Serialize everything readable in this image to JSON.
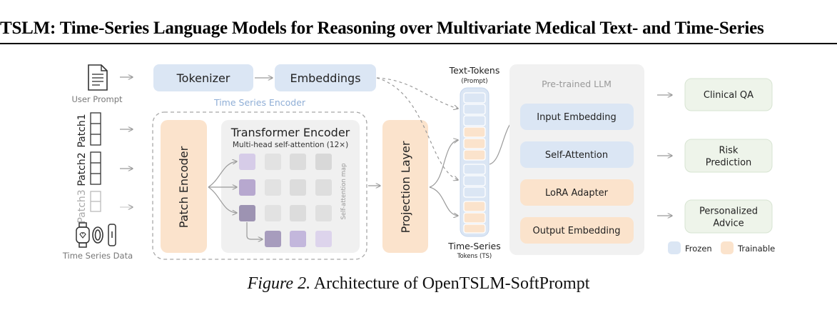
{
  "header": {
    "running_title": "TSLM: Time-Series Language Models for Reasoning over Multivariate Medical Text- and Time-Series"
  },
  "figure": {
    "inputs": {
      "user_prompt": "User Prompt",
      "patches": [
        "Patch1",
        "Patch2",
        "Patch3"
      ],
      "time_series_data": "Time Series Data"
    },
    "tokenizer": "Tokenizer",
    "embeddings": "Embeddings",
    "ts_encoder": {
      "title": "Time Series Encoder",
      "patch_encoder": "Patch Encoder",
      "transformer_title": "Transformer Encoder",
      "transformer_subtitle": "Multi-head self-attention (12×)",
      "attention_map": "Self-attention map"
    },
    "projection_layer": "Projection Layer",
    "text_tokens": {
      "label": "Text-Tokens",
      "sub": "(Prompt)"
    },
    "ts_tokens": {
      "label": "Time-Series",
      "sub": "Tokens (TS)"
    },
    "llm": {
      "title": "Pre-trained LLM",
      "blocks": [
        "Input Embedding",
        "Self-Attention",
        "LoRA Adapter",
        "Output Embedding"
      ]
    },
    "outputs": [
      "Clinical QA",
      "Risk Prediction",
      "Personalized Advice"
    ],
    "legend": {
      "frozen": "Frozen",
      "trainable": "Trainable"
    },
    "colors": {
      "frozen": "#dbe6f4",
      "trainable": "#fbe3cc",
      "attention": "#b9a9d4"
    }
  },
  "caption": {
    "prefix": "Figure 2.",
    "text": "Architecture of OpenTSLM-SoftPrompt"
  }
}
